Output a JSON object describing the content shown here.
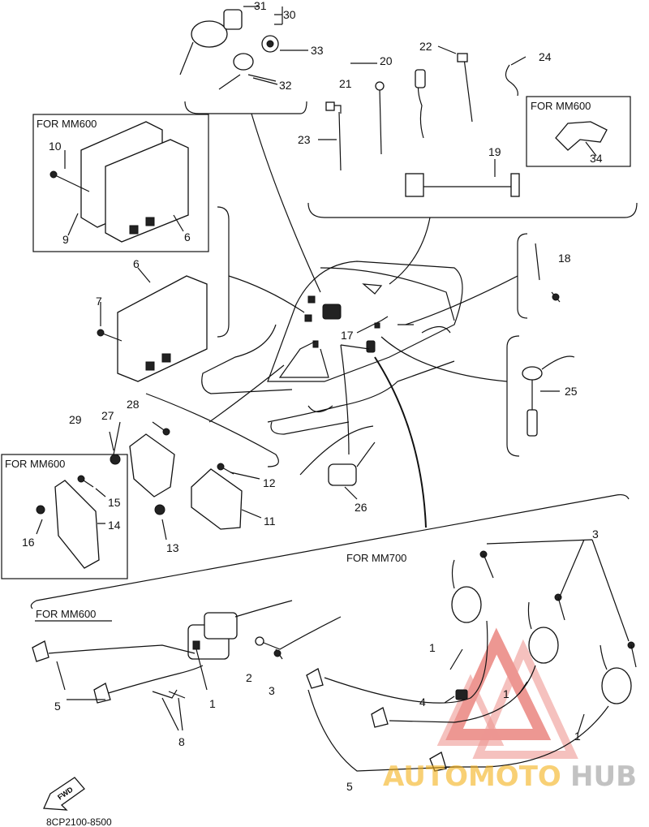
{
  "diagram": {
    "reference_code": "8CP2100-8500",
    "fwd_label": "FWD",
    "variant_labels": {
      "mm600_ecu": "FOR MM600",
      "mm600_bracket": "FOR MM600",
      "mm600_regulator": "FOR MM600",
      "mm600_ignition": "FOR MM600",
      "mm700_ignition": "FOR MM700"
    },
    "callouts": {
      "c1a": "1",
      "c1b": "1",
      "c1c": "1",
      "c1d": "1",
      "c2": "2",
      "c3a": "3",
      "c3b": "3",
      "c4": "4",
      "c5a": "5",
      "c5b": "5",
      "c6a": "6",
      "c6b": "6",
      "c7": "7",
      "c8": "8",
      "c9": "9",
      "c10": "10",
      "c11": "11",
      "c12": "12",
      "c13": "13",
      "c14": "14",
      "c15": "15",
      "c16": "16",
      "c17": "17",
      "c18": "18",
      "c19": "19",
      "c20": "20",
      "c21": "21",
      "c22": "22",
      "c23": "23",
      "c24": "24",
      "c25": "25",
      "c26": "26",
      "c27": "27",
      "c28": "28",
      "c29": "29",
      "c30": "30",
      "c31": "31",
      "c32": "32",
      "c33": "33",
      "c34": "34"
    },
    "watermark": {
      "part1": "AUTOMOTO",
      "part2": "HUB",
      "color_primary": "#e0433a",
      "color_secondary": "#f5b21b",
      "color_gray": "#9a9a9a"
    }
  }
}
